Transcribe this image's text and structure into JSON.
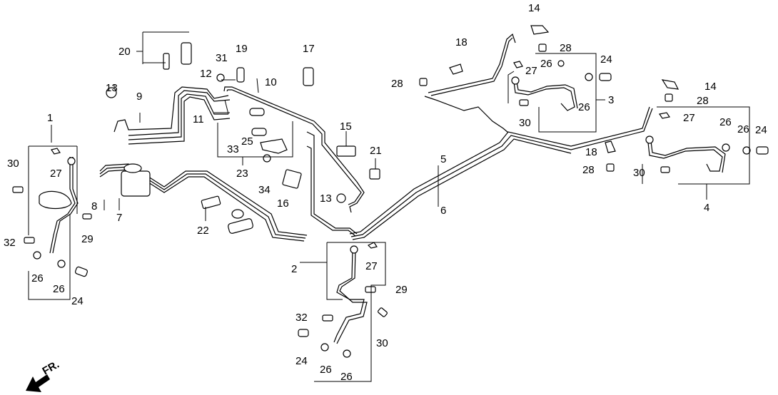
{
  "diagram": {
    "labels": [
      {
        "id": "l1",
        "text": "1"
      },
      {
        "id": "l2",
        "text": "2"
      },
      {
        "id": "l3",
        "text": "3"
      },
      {
        "id": "l4",
        "text": "4"
      },
      {
        "id": "l5",
        "text": "5"
      },
      {
        "id": "l6",
        "text": "6"
      },
      {
        "id": "l7",
        "text": "7"
      },
      {
        "id": "l8",
        "text": "8"
      },
      {
        "id": "l9",
        "text": "9"
      },
      {
        "id": "l10",
        "text": "10"
      },
      {
        "id": "l11",
        "text": "11"
      },
      {
        "id": "l12",
        "text": "12"
      },
      {
        "id": "l13a",
        "text": "13"
      },
      {
        "id": "l13b",
        "text": "13"
      },
      {
        "id": "l14a",
        "text": "14"
      },
      {
        "id": "l14b",
        "text": "14"
      },
      {
        "id": "l15",
        "text": "15"
      },
      {
        "id": "l16",
        "text": "16"
      },
      {
        "id": "l17",
        "text": "17"
      },
      {
        "id": "l18a",
        "text": "18"
      },
      {
        "id": "l18b",
        "text": "18"
      },
      {
        "id": "l19",
        "text": "19"
      },
      {
        "id": "l20",
        "text": "20"
      },
      {
        "id": "l21",
        "text": "21"
      },
      {
        "id": "l22",
        "text": "22"
      },
      {
        "id": "l23",
        "text": "23"
      },
      {
        "id": "l24a",
        "text": "24"
      },
      {
        "id": "l24b",
        "text": "24"
      },
      {
        "id": "l24c",
        "text": "24"
      },
      {
        "id": "l24d",
        "text": "24"
      },
      {
        "id": "l25",
        "text": "25"
      },
      {
        "id": "l26a",
        "text": "26"
      },
      {
        "id": "l26b",
        "text": "26"
      },
      {
        "id": "l26c",
        "text": "26"
      },
      {
        "id": "l26d",
        "text": "26"
      },
      {
        "id": "l26e",
        "text": "26"
      },
      {
        "id": "l26f",
        "text": "26"
      },
      {
        "id": "l26g",
        "text": "26"
      },
      {
        "id": "l26h",
        "text": "26"
      },
      {
        "id": "l27a",
        "text": "27"
      },
      {
        "id": "l27b",
        "text": "27"
      },
      {
        "id": "l27c",
        "text": "27"
      },
      {
        "id": "l27d",
        "text": "27"
      },
      {
        "id": "l28a",
        "text": "28"
      },
      {
        "id": "l28b",
        "text": "28"
      },
      {
        "id": "l28c",
        "text": "28"
      },
      {
        "id": "l28d",
        "text": "28"
      },
      {
        "id": "l29a",
        "text": "29"
      },
      {
        "id": "l29b",
        "text": "29"
      },
      {
        "id": "l30a",
        "text": "30"
      },
      {
        "id": "l30b",
        "text": "30"
      },
      {
        "id": "l30c",
        "text": "30"
      },
      {
        "id": "l30d",
        "text": "30"
      },
      {
        "id": "l31",
        "text": "31"
      },
      {
        "id": "l32a",
        "text": "32"
      },
      {
        "id": "l32b",
        "text": "32"
      },
      {
        "id": "l33",
        "text": "33"
      },
      {
        "id": "l34",
        "text": "34"
      }
    ],
    "direction_label": "FR.",
    "direction_icon": "front-arrow-icon"
  }
}
